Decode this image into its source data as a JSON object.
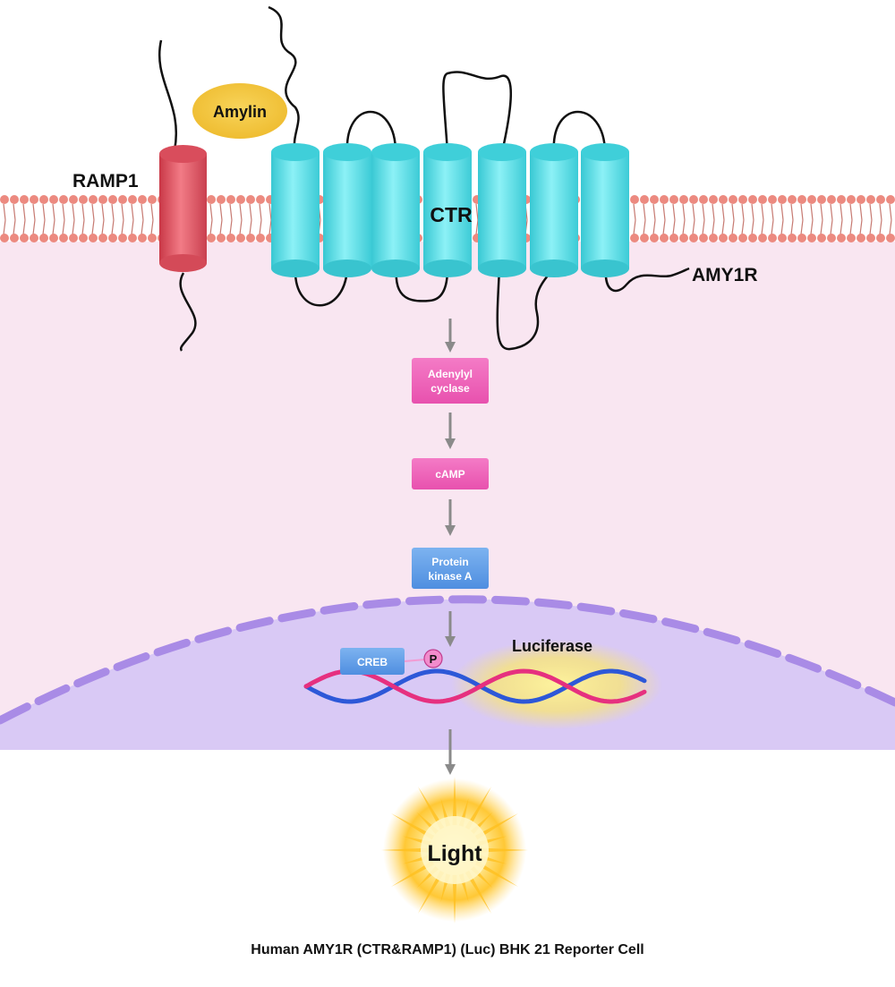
{
  "labels": {
    "ramp1": "RAMP1",
    "amylin": "Amylin",
    "ctr": "CTR",
    "amy1r": "AMY1R",
    "luciferase": "Luciferase",
    "light": "Light",
    "creb": "CREB",
    "phospho": "P"
  },
  "pathway": [
    {
      "line1": "Adenylyl",
      "line2": "cyclase"
    },
    {
      "line1": "cAMP",
      "line2": ""
    },
    {
      "line1": "Protein",
      "line2": "kinase A"
    }
  ],
  "caption": "Human AMY1R (CTR&RAMP1) (Luc) BHK 21 Reporter Cell",
  "colors": {
    "cytoplasm": "#f9e6f1",
    "nucleus": "#d9c9f5",
    "nuclear_envelope": "#a98be6",
    "lipid_head": "#ec8a80",
    "ramp1": "#e65a66",
    "ctr_helix": "#5ddde6",
    "amylin": "#f1c23a",
    "pathway_pink": "#ee5fb8",
    "pathway_blue": "#5f9de6",
    "dna_pink": "#e6307f",
    "dna_blue": "#2d58d8",
    "arrow": "#8a8a8a",
    "light_glow": "#ffc21f"
  }
}
